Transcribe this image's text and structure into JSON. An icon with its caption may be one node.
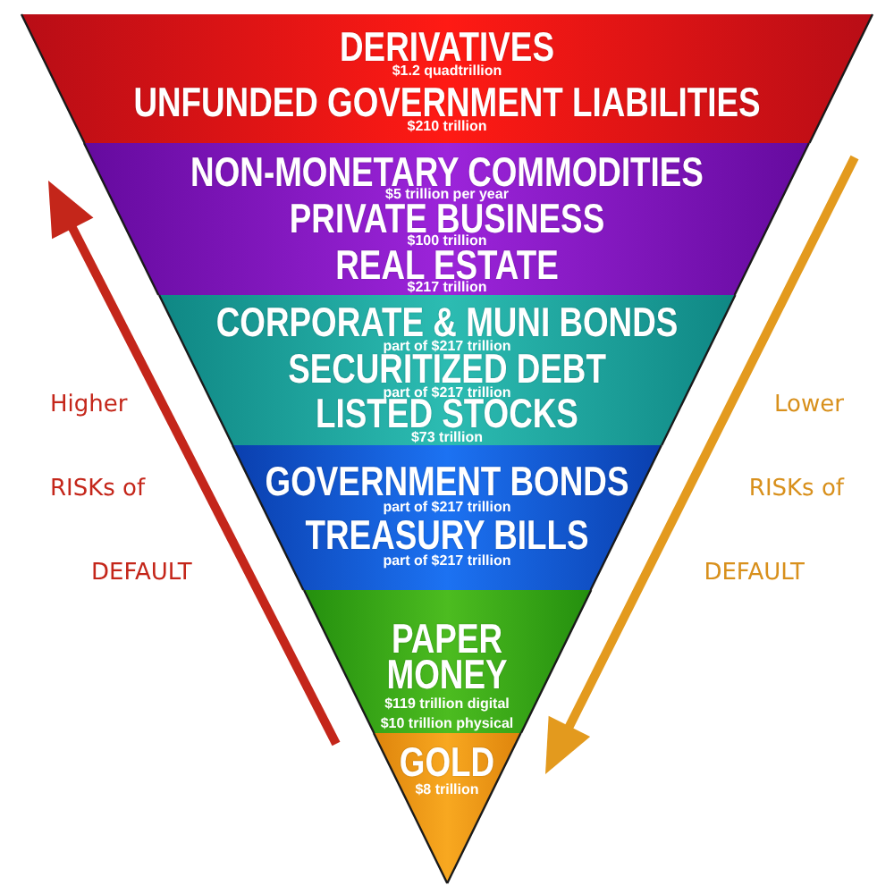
{
  "diagram": {
    "nodes": [
      {
        "text": [
          "DERIVATIVES",
          "$1.2 quadtrillion",
          "UNFUNDED GOVERNMENT LIABILITIES",
          "$210 trillion"
        ]
      },
      {
        "text": [
          "NON-MONETARY COMMODITIES",
          "$5 trillion per year",
          "PRIVATE BUSINESS",
          "$100 trillion",
          "REAL ESTATE",
          "$217 trillion"
        ]
      },
      {
        "text": [
          "CORPORATE & MUNI BONDS",
          "part of $217 trillion",
          "SECURITIZED DEBT",
          "part of $217 trillion",
          "LISTED STOCKS",
          "$73 trillion"
        ]
      },
      {
        "text": [
          "GOVERNMENT BONDS",
          "part of $217 trillion",
          "TREASURY BILLS",
          "part of $217 trillion"
        ]
      },
      {
        "text": [
          "PAPER MONEY",
          "$119 trillion digital",
          "$10 trillion physical"
        ]
      },
      {
        "text": [
          "GOLD",
          "$8 trillion"
        ]
      }
    ],
    "labels": [
      "Higher",
      "RISKs of",
      "DEFAULT",
      "Lower",
      "RISKs of",
      "DEFAULT"
    ]
  }
}
